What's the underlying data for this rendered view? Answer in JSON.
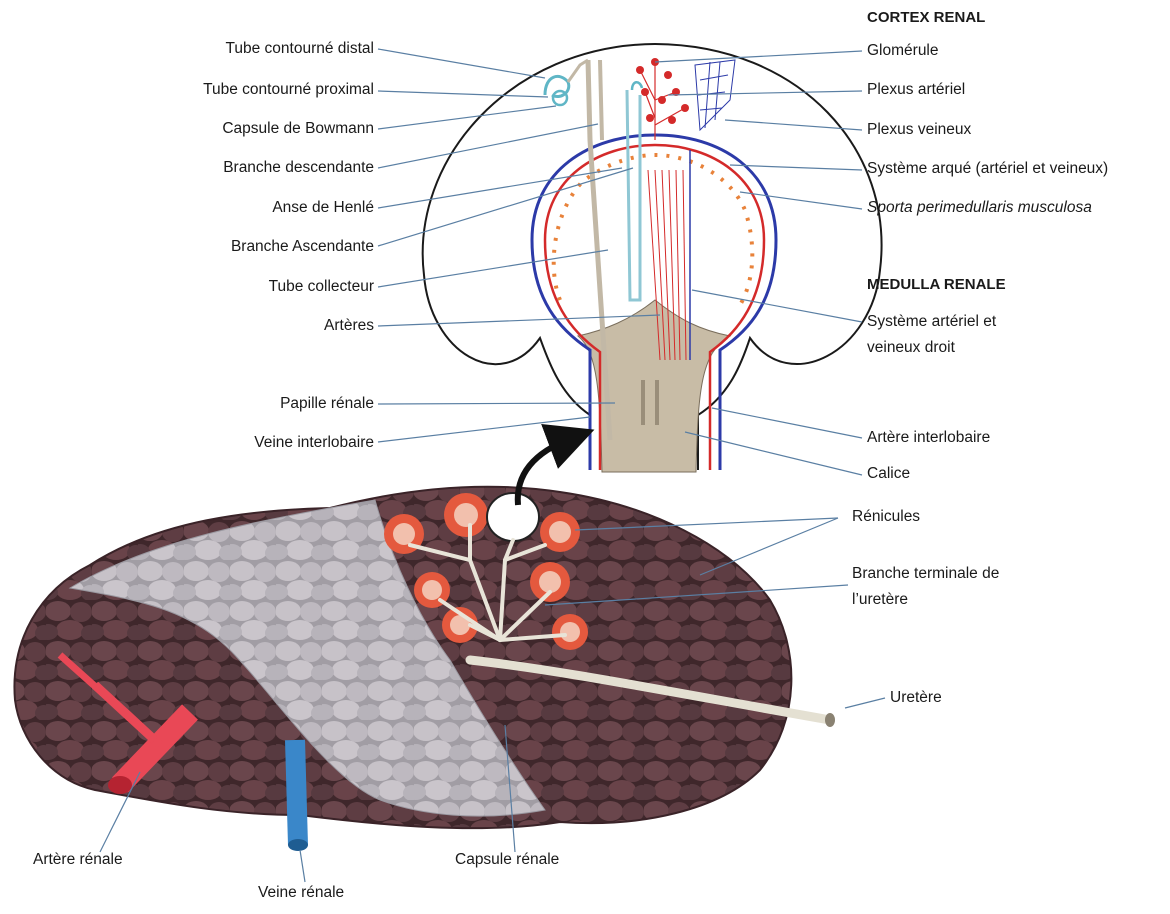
{
  "headings": {
    "cortex": "CORTEX RENAL",
    "medulla": "MEDULLA RENALE"
  },
  "left_labels": [
    "Tube contourné distal",
    "Tube contourné proximal",
    "Capsule de Bowmann",
    "Branche descendante",
    "Anse de Henlé",
    "Branche Ascendante",
    "Tube collecteur",
    "Artères",
    "Papille rénale",
    "Veine interlobaire"
  ],
  "right_labels": {
    "glomerule": "Glomérule",
    "plexus_arteriel": "Plexus artériel",
    "plexus_veineux": "Plexus veineux",
    "systeme_arque": "Système arqué (artériel et veineux)",
    "sporta": "Sporta perimedullaris musculosa",
    "systeme_droit_1": "Système artériel et",
    "systeme_droit_2": "veineux droit",
    "artere_interlobaire": "Artère interlobaire",
    "calice": "Calice"
  },
  "lower_labels": {
    "renicules": "Rénicules",
    "branche_terminale_1": "Branche terminale de",
    "branche_terminale_2": "l’uretère",
    "uretere": "Uretère",
    "artere_renale": "Artère rénale",
    "veine_renale": "Veine rénale",
    "capsule_renale": "Capsule rénale"
  },
  "colors": {
    "artery": "#d42a2a",
    "vein": "#2c3aa8",
    "tubule": "#9fd0dc",
    "kidney_lobe": "#5b3b40",
    "capsule_overlay": "#c9c9cf",
    "papilla": "#c8bca6",
    "leader": "#5a7fa3"
  }
}
